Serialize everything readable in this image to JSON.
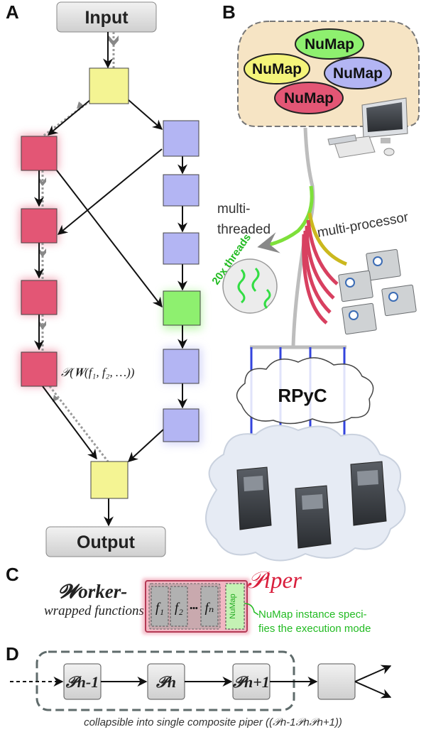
{
  "panels": {
    "a": "A",
    "b": "B",
    "c": "C",
    "d": "D"
  },
  "a": {
    "input": "Input",
    "output": "Output",
    "piper_expr": "𝒫(𝑾(f₁, f₂, …))"
  },
  "b": {
    "numap_labels": [
      "NuMap",
      "NuMap",
      "NuMap",
      "NuMap"
    ],
    "multi_threaded_1": "multi-",
    "multi_threaded_2": "threaded",
    "multi_processor": "multi-processor",
    "threads": "20x threads",
    "rpyc": "RPyC"
  },
  "c": {
    "worker_1": "𝓦orker-",
    "worker_2": "wrapped functions",
    "piper": "𝒫iper",
    "f1": "f₁",
    "f2": "f₂",
    "dots": "•••",
    "fn": "fₙ",
    "numap": "NuMap",
    "note_1": "NuMap instance speci-",
    "note_2": "fies the execution mode"
  },
  "d": {
    "p_prev": "𝒫n-1",
    "p_n": "𝒫n",
    "p_next": "𝒫n+1",
    "caption": "collapsible into single composite piper ((𝒫n-1𝒫n𝒫n+1))"
  },
  "colors": {
    "yellow": "#f4f493",
    "red": "#e35675",
    "blue": "#b3b5f3",
    "green": "#8ef06f",
    "gray_box": "#e4e4e4",
    "peach": "#f6e4c4",
    "piper_red": "#d91e3c",
    "note_green": "#22bb22",
    "arrow_blue": "#3344dd"
  }
}
